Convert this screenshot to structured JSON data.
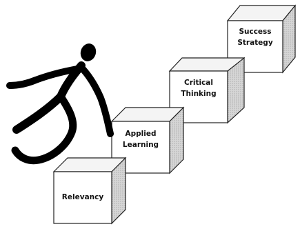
{
  "diagram": {
    "steps": [
      {
        "label_line1": "Relevancy",
        "label_line2": ""
      },
      {
        "label_line1": "Applied",
        "label_line2": "Learning"
      },
      {
        "label_line1": "Critical",
        "label_line2": "Thinking"
      },
      {
        "label_line1": "Success",
        "label_line2": "Strategy"
      }
    ],
    "figure": "running-figure-icon",
    "colors": {
      "face": "#ffffff",
      "top": "#f4f4f4",
      "side": "#cfcfcf",
      "outline": "#222222",
      "figure": "#000000"
    }
  }
}
